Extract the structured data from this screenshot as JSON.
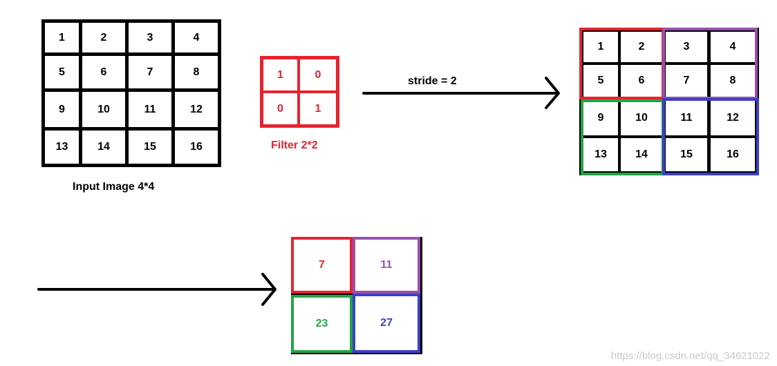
{
  "input_grid": {
    "label": "Input Image 4*4",
    "cells": [
      "1",
      "2",
      "3",
      "4",
      "5",
      "6",
      "7",
      "8",
      "9",
      "10",
      "11",
      "12",
      "13",
      "14",
      "15",
      "16"
    ]
  },
  "filter": {
    "label": "Filter 2*2",
    "cells": [
      "1",
      "0",
      "0",
      "1"
    ],
    "color": "#e8222e"
  },
  "stride_label": "stride = 2",
  "partitioned_grid": {
    "cells": [
      "1",
      "2",
      "3",
      "4",
      "5",
      "6",
      "7",
      "8",
      "9",
      "10",
      "11",
      "12",
      "13",
      "14",
      "15",
      "16"
    ],
    "block_colors": [
      "#e8222e",
      "#9b4fae",
      "#23a447",
      "#3d3fc4"
    ]
  },
  "output_grid": {
    "cells": [
      {
        "value": "7",
        "color": "#e8222e"
      },
      {
        "value": "11",
        "color": "#9b4fae"
      },
      {
        "value": "23",
        "color": "#23a447"
      },
      {
        "value": "27",
        "color": "#3d3fc4"
      }
    ]
  },
  "watermark": "https://blog.csdn.net/qq_34621022"
}
